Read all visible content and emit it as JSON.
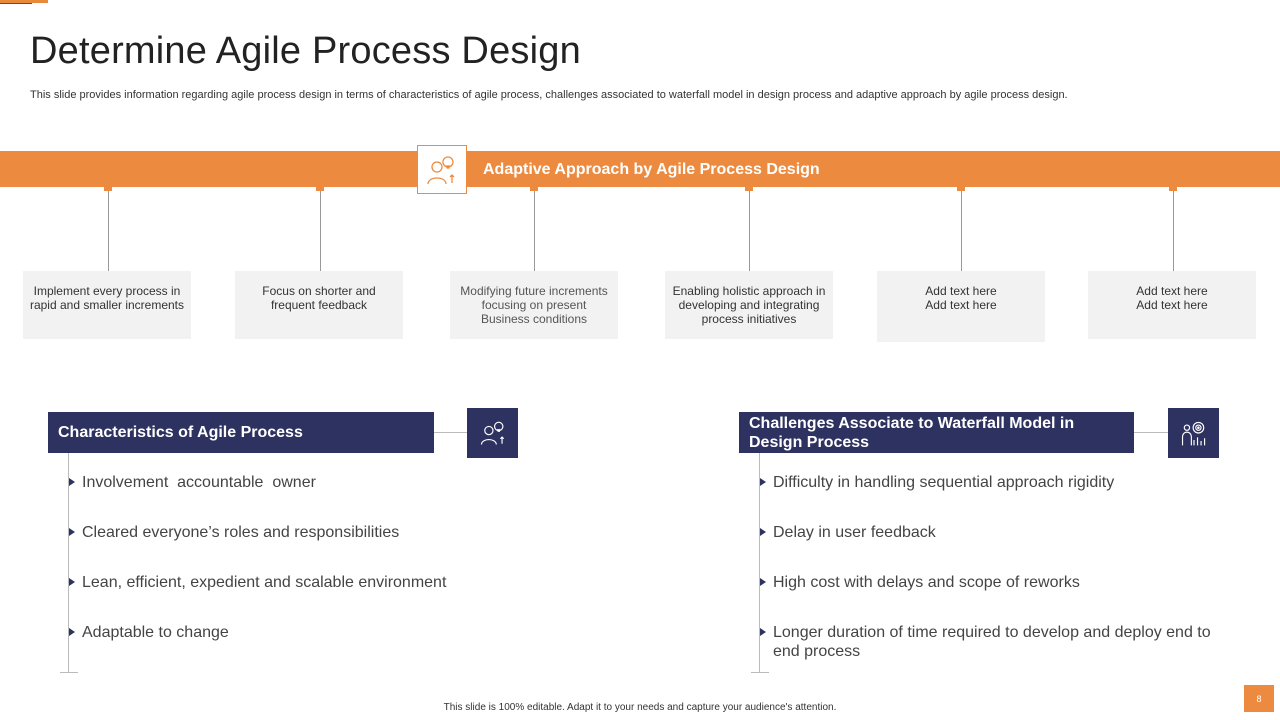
{
  "slide": {
    "title": "Determine Agile Process Design",
    "subtitle": "This slide provides information regarding agile process design in terms of characteristics of agile process, challenges associated to waterfall model in design process and adaptive approach by agile process design."
  },
  "banner": {
    "label": "Adaptive Approach by Agile Process Design",
    "icon": "person-idea-icon"
  },
  "cards": [
    "Implement every process in rapid and smaller increments",
    "Focus on shorter and frequent feedback",
    "Modifying future increments focusing on present Business conditions",
    "Enabling holistic approach in developing and integrating process initiatives",
    "Add text here\nAdd text here",
    "Add text here\nAdd text here"
  ],
  "characteristics": {
    "header": "Characteristics of Agile Process",
    "icon": "person-idea-icon",
    "items": [
      "Involvement  accountable  owner",
      "Cleared everyone’s roles and responsibilities",
      "Lean, efficient, expedient and scalable environment",
      "Adaptable to change"
    ]
  },
  "challenges": {
    "header": "Challenges Associate to Waterfall Model in Design Process",
    "icon": "team-target-icon",
    "items": [
      "Difficulty in handling sequential approach rigidity",
      "Delay in user feedback",
      "High cost with delays and scope of reworks",
      "Longer duration of time required to develop and deploy end to end process"
    ]
  },
  "footer": {
    "note": "This slide is 100% editable.  Adapt it to your needs and capture your audience's attention.",
    "page_number": "8"
  },
  "colors": {
    "accent": "#ec8b3f",
    "navy": "#2d3260",
    "card_bg": "#f2f2f2"
  }
}
